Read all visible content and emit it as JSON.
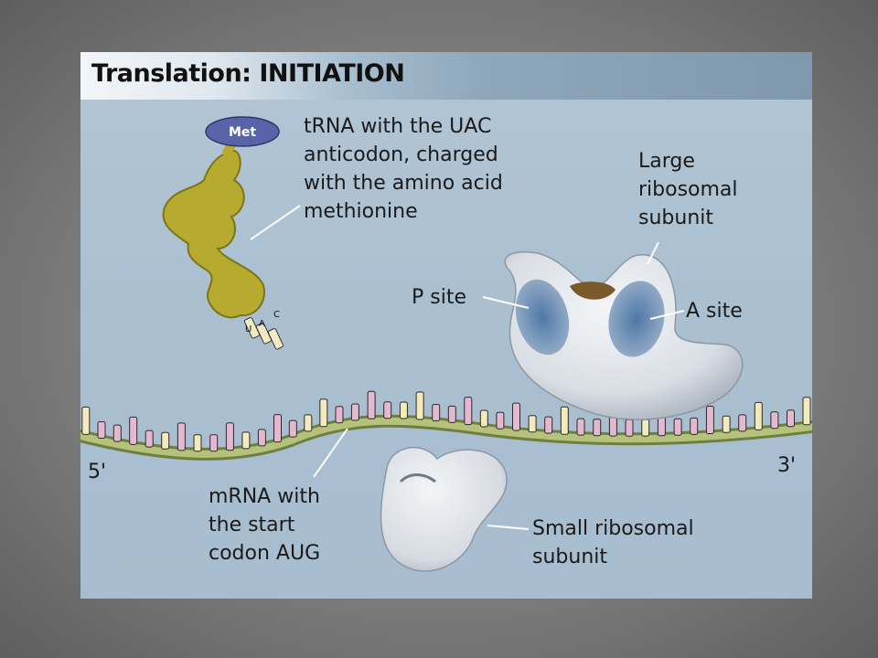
{
  "title": "Translation: INITIATION",
  "labels": {
    "met": "Met",
    "trna": [
      "tRNA with the UAC",
      "anticodon, charged",
      "with the amino acid",
      "methionine"
    ],
    "large_subunit": [
      "Large",
      "ribosomal",
      "subunit"
    ],
    "p_site": "P site",
    "a_site": "A site",
    "five_prime": "5'",
    "three_prime": "3'",
    "mrna": [
      "mRNA with",
      "the start",
      "codon AUG"
    ],
    "small_subunit": [
      "Small ribosomal",
      "subunit"
    ],
    "anticodon_letters": [
      "U",
      "A",
      "C"
    ]
  },
  "colors": {
    "trna": "#b8ad2c",
    "met": "#5a62a8",
    "ribosome": "#dfe3e8",
    "ribosome_shadow": "#6e8fb3",
    "mrna_strand": "#9fae66",
    "base_pink": "#e5b8cf",
    "base_cream": "#f3ebbc",
    "background": "#abc0d1"
  }
}
